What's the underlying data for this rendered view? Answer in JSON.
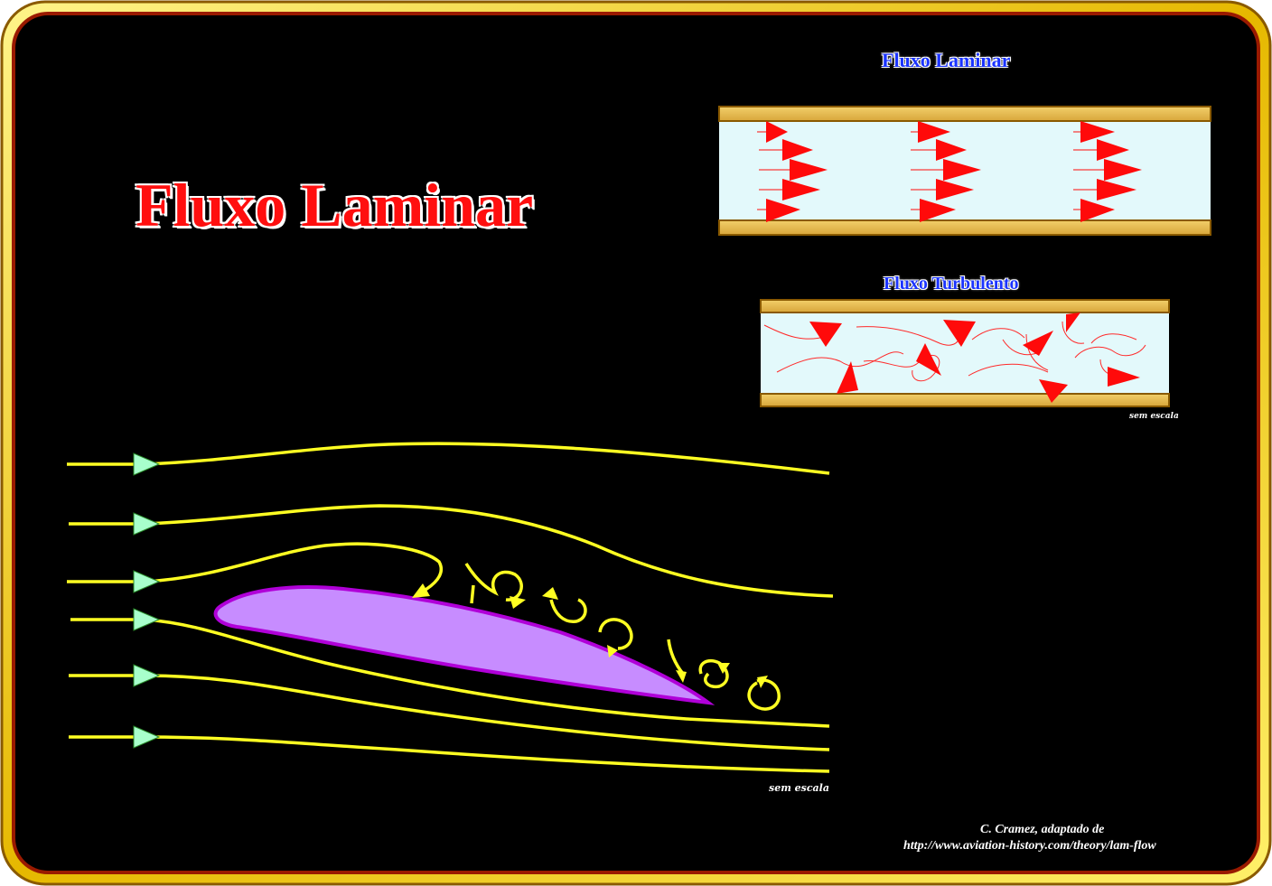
{
  "main_title": "Fluxo Laminar",
  "laminar_title": "Fluxo Laminar",
  "turbulent_title": "Fluxo Turbulento",
  "scale_turbulent": "sem escala",
  "scale_airfoil": "sem escala",
  "credit_line1": "C. Cramez, adaptado de",
  "credit_line2": "http://www.aviation-history.com/theory/lam-flow",
  "colors": {
    "frame_gold": "#e8c400",
    "background": "#000000",
    "streamline": "#ffff22",
    "airfoil_fill": "#c78cff",
    "airfoil_stroke": "#b000d8",
    "pipe_wall": "#e2b54a",
    "pipe_fluid": "#e3f9fb",
    "flow_arrow": "#ff0a0a",
    "stream_arrow": "#a8ffcc"
  }
}
